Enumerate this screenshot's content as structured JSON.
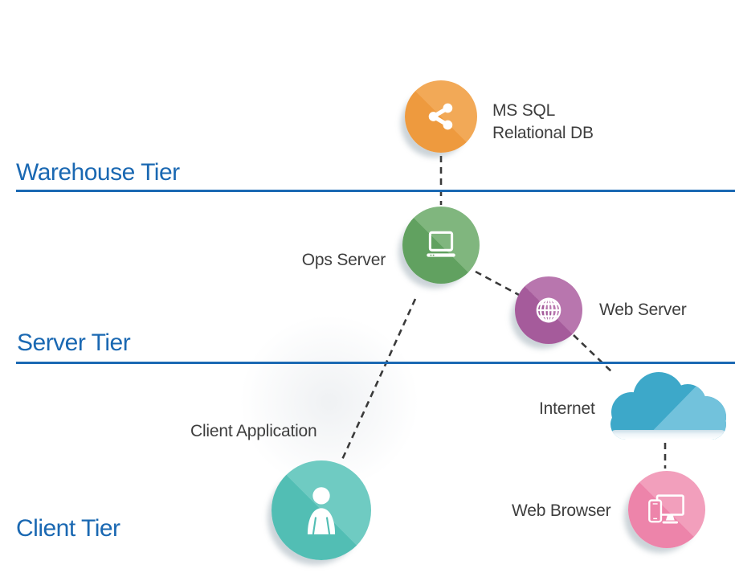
{
  "tiers": [
    {
      "label": "Warehouse Tier"
    },
    {
      "label": "Server Tier"
    },
    {
      "label": "Client Tier"
    }
  ],
  "nodes": {
    "mssql": {
      "label_lines": [
        "MS SQL",
        "Relational DB"
      ],
      "icon": "share-icon",
      "color": "#EE9A3E"
    },
    "ops_server": {
      "label": "Ops Server",
      "icon": "laptop-icon",
      "color": "#61A160"
    },
    "web_server": {
      "label": "Web Server",
      "icon": "globe-icon",
      "color": "#A55B9B"
    },
    "internet": {
      "label": "Internet",
      "icon": "cloud-icon",
      "color": "#3DA8C9",
      "color_light": "#72C2DC"
    },
    "client_application": {
      "label": "Client Application",
      "icon": "person-icon",
      "color": "#52BEB4"
    },
    "web_browser": {
      "label": "Web Browser",
      "icon": "devices-icon",
      "color": "#ED84AA"
    }
  },
  "colors": {
    "tier_label": "#1A68B2",
    "tier_line": "#1B69B3",
    "node_label": "#3E3E3E",
    "connector": "#3A3A3A"
  }
}
